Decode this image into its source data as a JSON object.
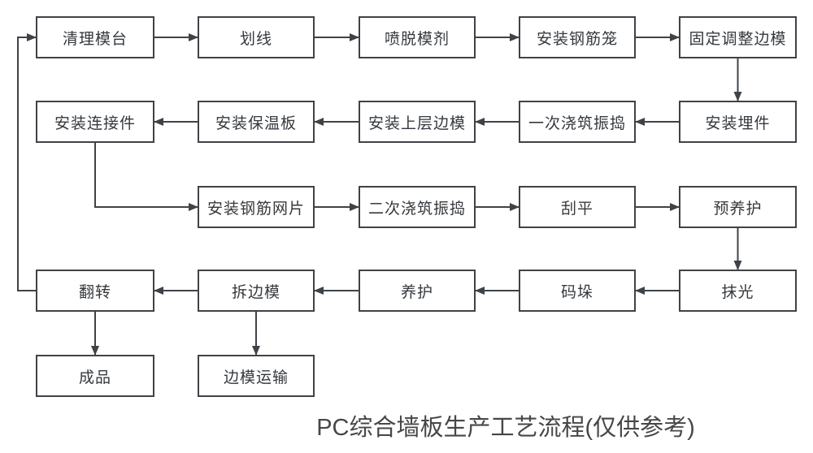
{
  "title": "PC综合墙板生产工艺流程(仅供参考)",
  "colors": {
    "stroke": "#3f4347",
    "text": "#35393d",
    "background": "#ffffff"
  },
  "nodes": [
    {
      "id": "clean-platform",
      "label": "清理模台",
      "row": 0,
      "col": 0
    },
    {
      "id": "marking",
      "label": "划线",
      "row": 0,
      "col": 1
    },
    {
      "id": "spray-release",
      "label": "喷脱模剂",
      "row": 0,
      "col": 2
    },
    {
      "id": "rebar-cage",
      "label": "安装钢筋笼",
      "row": 0,
      "col": 3
    },
    {
      "id": "fix-side-mold",
      "label": "固定调整边模",
      "row": 0,
      "col": 4
    },
    {
      "id": "connector",
      "label": "安装连接件",
      "row": 1,
      "col": 0
    },
    {
      "id": "insulation",
      "label": "安装保温板",
      "row": 1,
      "col": 1
    },
    {
      "id": "upper-mold",
      "label": "安装上层边模",
      "row": 1,
      "col": 2
    },
    {
      "id": "first-pour",
      "label": "一次浇筑振捣",
      "row": 1,
      "col": 3
    },
    {
      "id": "embed-parts",
      "label": "安装埋件",
      "row": 1,
      "col": 4
    },
    {
      "id": "rebar-mesh",
      "label": "安装钢筋网片",
      "row": 2,
      "col": 1
    },
    {
      "id": "second-pour",
      "label": "二次浇筑振捣",
      "row": 2,
      "col": 2
    },
    {
      "id": "screed",
      "label": "刮平",
      "row": 2,
      "col": 3
    },
    {
      "id": "pre-curing",
      "label": "预养护",
      "row": 2,
      "col": 4
    },
    {
      "id": "flip",
      "label": "翻转",
      "row": 3,
      "col": 0
    },
    {
      "id": "remove-mold",
      "label": "拆边模",
      "row": 3,
      "col": 1
    },
    {
      "id": "curing",
      "label": "养护",
      "row": 3,
      "col": 2
    },
    {
      "id": "stacking",
      "label": "码垛",
      "row": 3,
      "col": 3
    },
    {
      "id": "polishing",
      "label": "抹光",
      "row": 3,
      "col": 4
    },
    {
      "id": "finished-product",
      "label": "成品",
      "row": 4,
      "col": 0
    },
    {
      "id": "mold-transport",
      "label": "边模运输",
      "row": 4,
      "col": 1
    }
  ],
  "edges": [
    {
      "from": "clean-platform",
      "to": "marking",
      "route": "direct"
    },
    {
      "from": "marking",
      "to": "spray-release",
      "route": "direct"
    },
    {
      "from": "spray-release",
      "to": "rebar-cage",
      "route": "direct"
    },
    {
      "from": "rebar-cage",
      "to": "fix-side-mold",
      "route": "direct"
    },
    {
      "from": "fix-side-mold",
      "to": "embed-parts",
      "route": "direct"
    },
    {
      "from": "embed-parts",
      "to": "first-pour",
      "route": "direct"
    },
    {
      "from": "first-pour",
      "to": "upper-mold",
      "route": "direct"
    },
    {
      "from": "upper-mold",
      "to": "insulation",
      "route": "direct"
    },
    {
      "from": "insulation",
      "to": "connector",
      "route": "direct"
    },
    {
      "from": "connector",
      "to": "rebar-mesh",
      "route": "down-right"
    },
    {
      "from": "rebar-mesh",
      "to": "second-pour",
      "route": "direct"
    },
    {
      "from": "second-pour",
      "to": "screed",
      "route": "direct"
    },
    {
      "from": "screed",
      "to": "pre-curing",
      "route": "direct"
    },
    {
      "from": "pre-curing",
      "to": "polishing",
      "route": "direct"
    },
    {
      "from": "polishing",
      "to": "stacking",
      "route": "direct"
    },
    {
      "from": "stacking",
      "to": "curing",
      "route": "direct"
    },
    {
      "from": "curing",
      "to": "remove-mold",
      "route": "direct"
    },
    {
      "from": "remove-mold",
      "to": "flip",
      "route": "direct"
    },
    {
      "from": "flip",
      "to": "finished-product",
      "route": "direct"
    },
    {
      "from": "remove-mold",
      "to": "mold-transport",
      "route": "direct"
    },
    {
      "from": "flip",
      "to": "clean-platform",
      "route": "left-up-right"
    }
  ]
}
